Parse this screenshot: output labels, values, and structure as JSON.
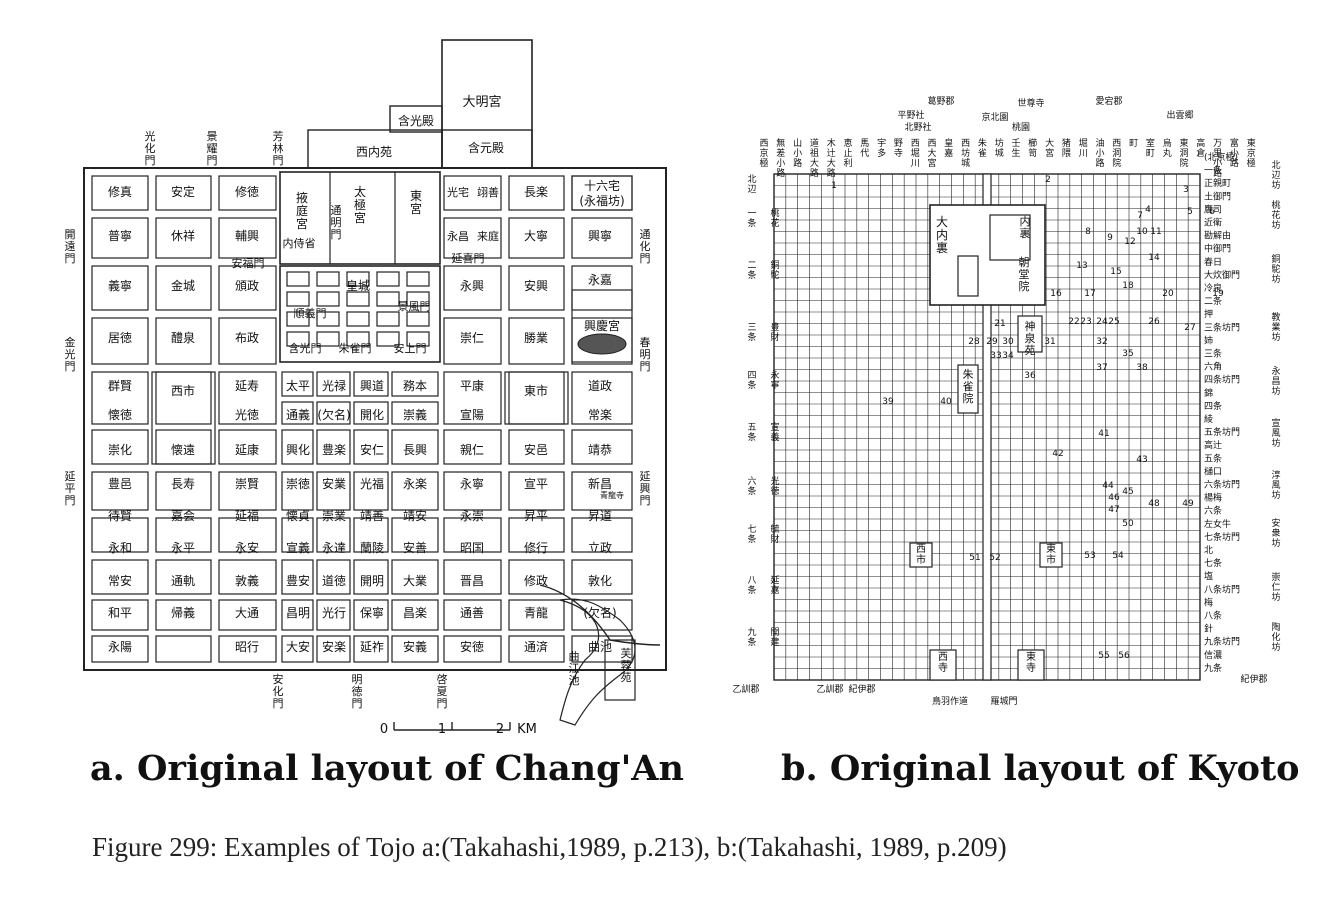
{
  "panel_a": {
    "caption": "a. Original layout of Chang'An",
    "palace": {
      "daming": "大明宮",
      "hanguang": "含光殿",
      "xinei": "西内苑",
      "hanyuan": "含元殿"
    },
    "top_gates": [
      "光化門",
      "景耀門",
      "芳林門"
    ],
    "left_gates": [
      "開遠門",
      "金光門",
      "延平門"
    ],
    "right_gates": [
      "通化門",
      "春明門",
      "延興門"
    ],
    "bottom_gates": [
      "安化門",
      "明徳門",
      "啓夏門"
    ],
    "imperial": {
      "yeting": "掖庭宮",
      "taiji": "太極宮",
      "donggong": "東宮",
      "neishi": "内侍省",
      "tongming": "通明門",
      "anfu": "安福門",
      "yanxi": "延喜門",
      "huangcheng": "皇城",
      "shunyi": "順義門",
      "jingfeng": "景風門",
      "hanguang_gate": "含光門",
      "zhuque": "朱雀門",
      "anshang": "安上門"
    },
    "top_right": {
      "shiliu": "十六宅",
      "yongfu": "(永福坊)"
    },
    "wards": {
      "row1": [
        "修真",
        "安定",
        "修徳",
        "光宅",
        "翊善",
        "長楽"
      ],
      "row2": [
        "普寧",
        "休祥",
        "輔興",
        "永昌",
        "来庭",
        "大寧",
        "興寧"
      ],
      "row3": [
        "義寧",
        "金城",
        "頒政",
        "永興",
        "安興",
        "永嘉"
      ],
      "row4": [
        "居徳",
        "醴泉",
        "布政",
        "崇仁",
        "勝業",
        "興慶宮"
      ],
      "row5": [
        "群賢",
        "延寿",
        "太平",
        "光禄",
        "興道",
        "務本",
        "平康",
        "道政"
      ],
      "row6": [
        "懐徳",
        "光徳",
        "通義",
        "(欠名)",
        "開化",
        "崇義",
        "宣陽",
        "常楽"
      ],
      "row7": [
        "崇化",
        "懐遠",
        "延康",
        "興化",
        "豊楽",
        "安仁",
        "長興",
        "親仁",
        "安邑",
        "靖恭"
      ],
      "row8": [
        "豊邑",
        "長寿",
        "崇賢",
        "崇徳",
        "安業",
        "光福",
        "永楽",
        "永寧",
        "宣平",
        "新昌",
        "青龍寺"
      ],
      "row9": [
        "待賢",
        "嘉会",
        "延福",
        "懐貞",
        "崇業",
        "靖善",
        "靖安",
        "永崇",
        "昇平",
        "昇道"
      ],
      "row10": [
        "永和",
        "永平",
        "永安",
        "宣義",
        "永達",
        "蘭陵",
        "安善",
        "昭国",
        "修行",
        "立政"
      ],
      "row11": [
        "常安",
        "通軌",
        "敦義",
        "豊安",
        "道徳",
        "開明",
        "大業",
        "晋昌",
        "修政",
        "敦化"
      ],
      "row12": [
        "和平",
        "帰義",
        "大通",
        "昌明",
        "光行",
        "保寧",
        "昌楽",
        "通善",
        "青龍",
        "(欠名)"
      ],
      "row13": [
        "永陽",
        "昭行",
        "大安",
        "安楽",
        "延祚",
        "安義",
        "安徳",
        "通済",
        "曲池"
      ]
    },
    "markets": {
      "west": "西市",
      "east": "東市"
    },
    "lake": {
      "qujiang": "曲江池",
      "furong": "芙蓉苑"
    },
    "scale": {
      "ticks": [
        "0",
        "1",
        "2"
      ],
      "unit": "KM"
    }
  },
  "panel_b": {
    "caption": "b. Original layout of Kyoto",
    "top_labels": [
      "葛野郡",
      "愛宕郡",
      "出雲郷",
      "平野社",
      "北野社",
      "京北園",
      "世尊寺",
      "桃園"
    ],
    "top_streets": [
      "西京極",
      "無差小路",
      "山小路",
      "道祖大路",
      "木辻大路",
      "恵止利",
      "馬代",
      "宇多",
      "野寺",
      "西堀川",
      "西大宮",
      "皇嘉",
      "西坊城",
      "朱雀",
      "坊城",
      "壬生",
      "櫛笥",
      "大宮",
      "猪隈",
      "堀川",
      "油小路",
      "西洞院",
      "町",
      "室町",
      "烏丸",
      "東洞院",
      "高倉",
      "万里小路",
      "富小路",
      "東京極"
    ],
    "left_jo": [
      "北辺坊",
      "一条",
      "桃花坊",
      "二条",
      "銅駝坊",
      "三条",
      "豊財坊",
      "四条",
      "永寧坊",
      "五条",
      "宣義坊",
      "六条",
      "光徳坊",
      "七条",
      "毓財坊",
      "八条",
      "延嘉坊",
      "九条",
      "開建坊"
    ],
    "right_streets": [
      "(北京極)",
      "一条",
      "正親町",
      "土御門",
      "鷹司",
      "近衛",
      "勘解由",
      "中御門",
      "春日",
      "大炊御門",
      "冷泉",
      "二条",
      "押",
      "三条坊門",
      "姉",
      "三条",
      "六角",
      "四条坊門",
      "錦",
      "四条",
      "綾",
      "五条坊門",
      "高辻",
      "五条",
      "樋口",
      "六条坊門",
      "楊梅",
      "六条",
      "左女牛",
      "七条坊門",
      "北",
      "七条",
      "塩",
      "八条坊門",
      "梅",
      "八条",
      "針",
      "九条坊門",
      "信濃",
      "九条"
    ],
    "right_wards": [
      "北辺坊",
      "桃花坊",
      "銅駝坊",
      "教業坊",
      "永昌坊",
      "宣風坊",
      "淳風坊",
      "安衆坊",
      "崇仁坊",
      "陶化坊"
    ],
    "palace": {
      "dainaiura": "大内裏",
      "dairi": "内裏",
      "chodoin": "朝堂院"
    },
    "places": {
      "shinsenen": "神泉苑",
      "suzakuin": "朱雀院",
      "west_market": "西市",
      "east_market": "東市",
      "west_temple": "西寺",
      "east_temple": "東寺"
    },
    "bottom_labels": [
      "乙訓郡",
      "紀伊郡",
      "鳥羽作道",
      "羅城門"
    ],
    "numbers": [
      "1",
      "2",
      "3",
      "4",
      "5",
      "6",
      "7",
      "8",
      "9",
      "10",
      "11",
      "12",
      "13",
      "14",
      "15",
      "16",
      "17",
      "18",
      "19",
      "20",
      "21",
      "22",
      "23",
      "24",
      "25",
      "26",
      "27",
      "28",
      "29",
      "30",
      "31",
      "32",
      "33",
      "34",
      "35",
      "36",
      "37",
      "38",
      "39",
      "40",
      "41",
      "42",
      "43",
      "44",
      "45",
      "46",
      "47",
      "48",
      "49",
      "50",
      "51",
      "52",
      "53",
      "54",
      "55",
      "56"
    ]
  },
  "figure_caption": "Figure 299: Examples of Tojo    a:(Takahashi,1989, p.213), b:(Takahashi, 1989, p.209)"
}
